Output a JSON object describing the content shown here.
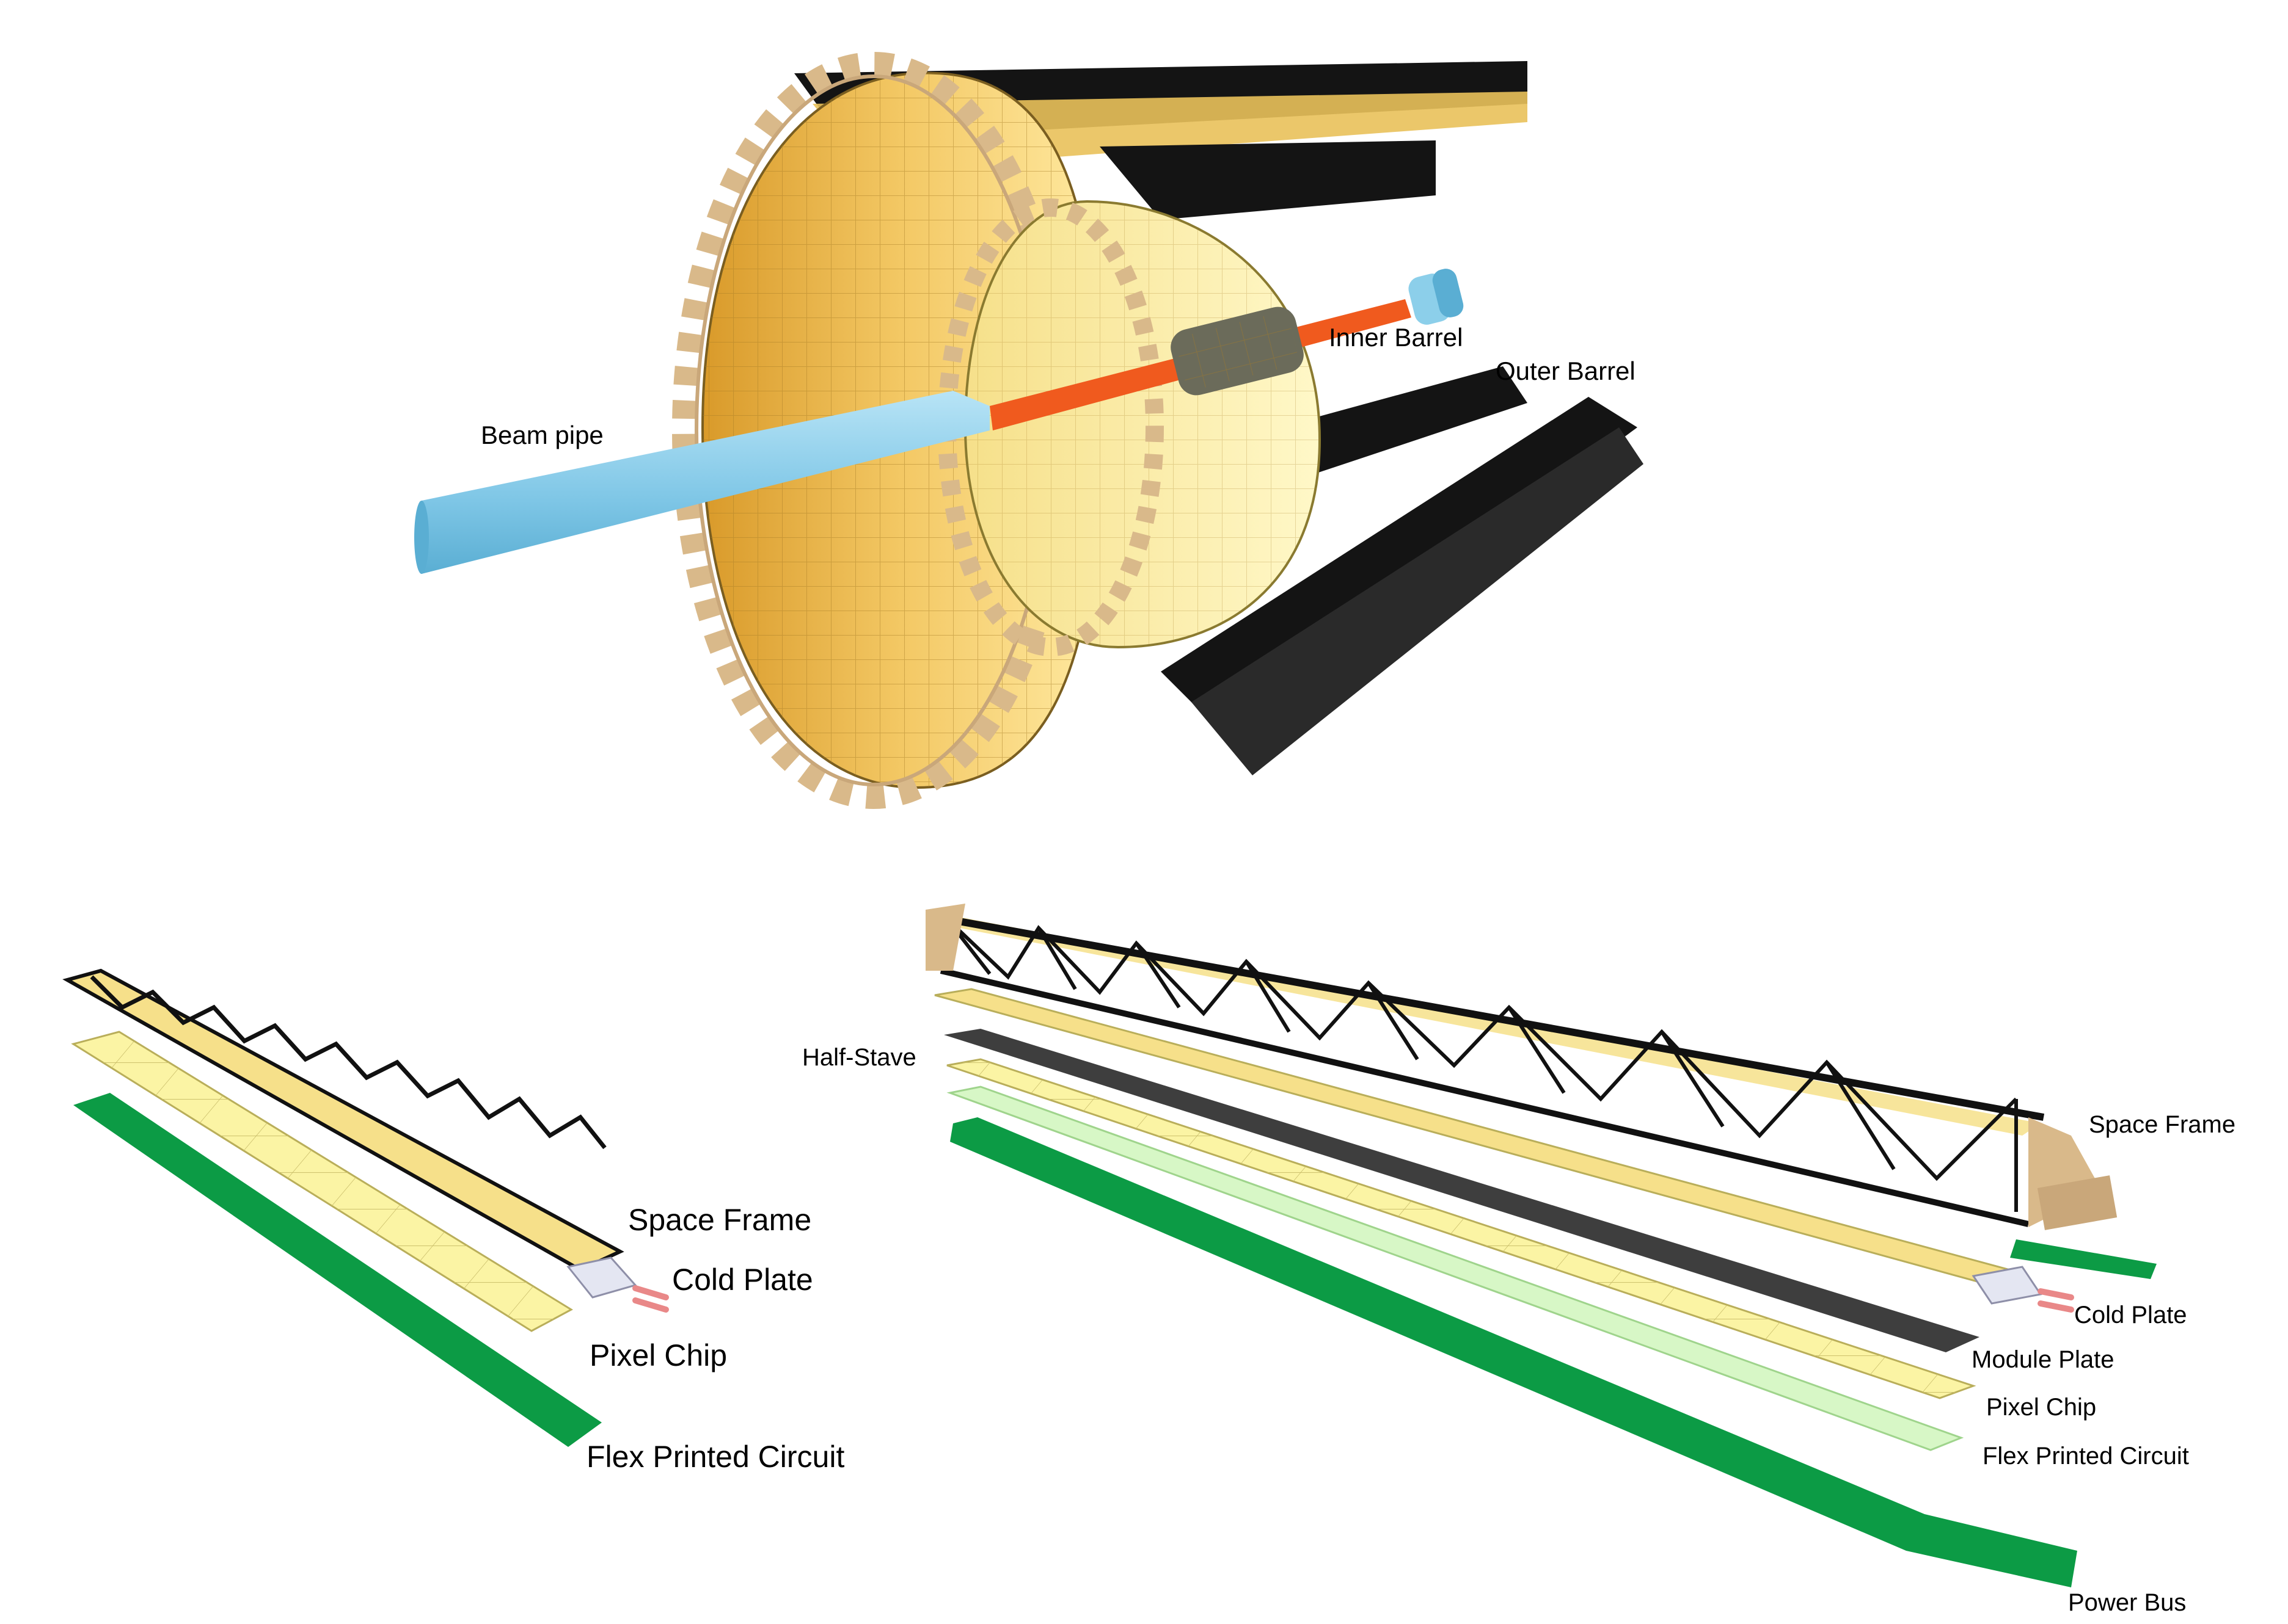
{
  "labels": {
    "inner_barrel": "Inner Barrel",
    "outer_barrel": "Outer Barrel",
    "beam_pipe": "Beam pipe",
    "ib_space_frame": "Space Frame",
    "ib_cold_plate": "Cold Plate",
    "ib_pixel_chip": "Pixel Chip",
    "ib_fpc": "Flex Printed Circuit",
    "ob_half_stave": "Half-Stave",
    "ob_space_frame": "Space Frame",
    "ob_cold_plate": "Cold Plate",
    "ob_module_plate": "Module Plate",
    "ob_pixel_chip": "Pixel Chip",
    "ob_fpc": "Flex Printed Circuit",
    "ob_power_bus": "Power Bus"
  },
  "colors": {
    "cylinder_gold": "#E8B64A",
    "cylinder_light": "#FBF2A8",
    "frame_tan": "#D9B98A",
    "truss_black": "#111111",
    "beam_pipe_blue": "#8CCFEA",
    "beam_pipe_inner": "#F05A1E",
    "pixel_yellow": "#FBF4A4",
    "fpc_green": "#0C9B45",
    "fpc_light_green": "#D7F7C6",
    "module_plate_gray": "#3E3E3E",
    "cooling_pink": "#E98888"
  }
}
